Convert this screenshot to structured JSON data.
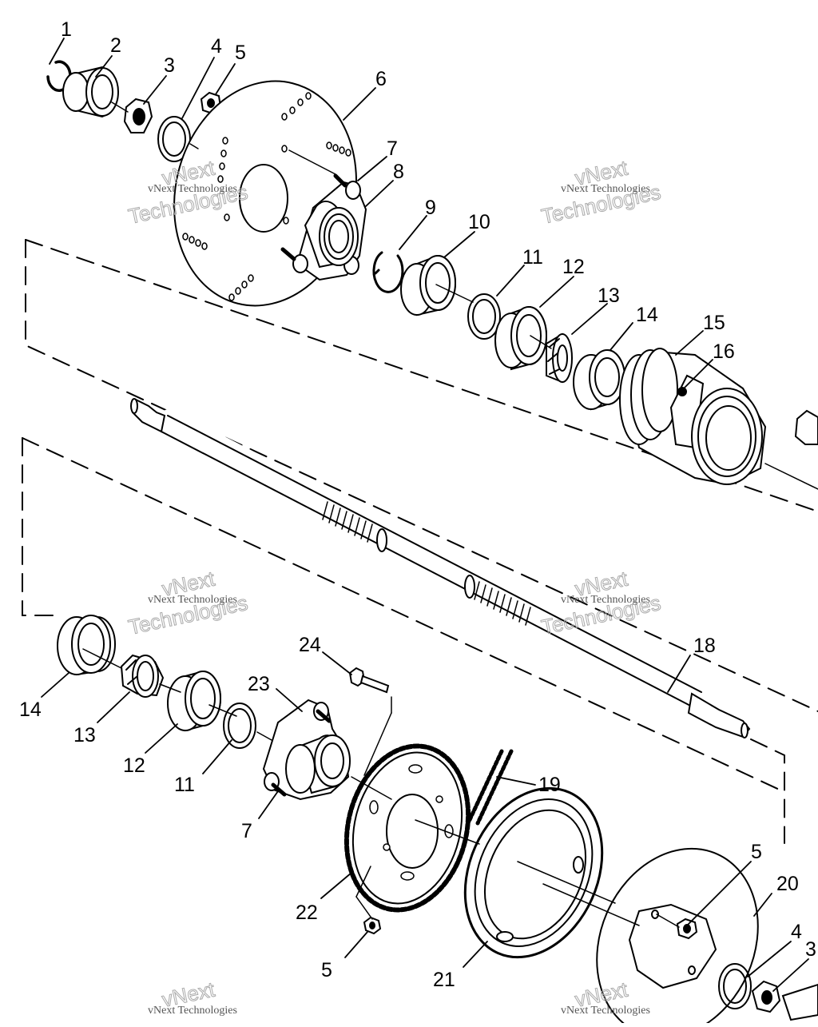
{
  "watermark": {
    "company": "vNext Technologies",
    "word1": "vNext",
    "word2": "Technologies"
  },
  "callouts": [
    "1",
    "2",
    "3",
    "4",
    "5",
    "6",
    "7",
    "8",
    "9",
    "10",
    "11",
    "12",
    "13",
    "14",
    "15",
    "16",
    "14",
    "13",
    "12",
    "11",
    "7",
    "23",
    "24",
    "22",
    "5",
    "18",
    "19",
    "21",
    "20",
    "5",
    "4",
    "3"
  ]
}
